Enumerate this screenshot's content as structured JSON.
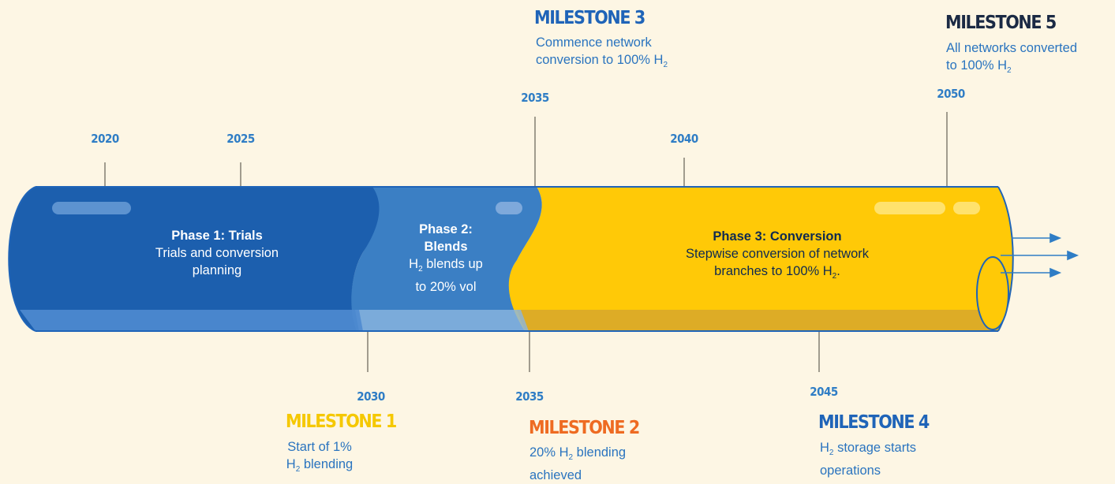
{
  "years": {
    "top": [
      "2020",
      "2025",
      "2035",
      "2040",
      "2050"
    ],
    "bottom": [
      "2030",
      "2035",
      "2045"
    ]
  },
  "phases": [
    {
      "title": "Phase 1: Trials",
      "line1": "Trials and conversion",
      "line2": "planning"
    },
    {
      "title_l1": "Phase 2:",
      "title_l2": "Blends",
      "line1_a": "H",
      "line1_sub": "2",
      "line1_b": " blends up",
      "line2": "to 20% vol"
    },
    {
      "title": "Phase 3: Conversion",
      "line1": "Stepwise conversion of network",
      "line2_a": "branches to 100% H",
      "line2_sub": "2",
      "line2_b": "."
    }
  ],
  "milestones": [
    {
      "title": "MILESTONE 1",
      "color": "#f5c800",
      "line1": "Start of 1%",
      "line2_a": "H",
      "line2_sub": "2",
      "line2_b": " blending"
    },
    {
      "title": "MILESTONE 2",
      "color": "#ee6b22",
      "line1_a": "20% H",
      "line1_sub": "2",
      "line1_b": " blending",
      "line2": "achieved"
    },
    {
      "title": "MILESTONE 3",
      "color": "#1f64b8",
      "line1": "Commence network",
      "line2_a": "conversion to 100% H",
      "line2_sub": "2"
    },
    {
      "title": "MILESTONE 4",
      "color": "#1f64b8",
      "line1_a": "H",
      "line1_sub": "2",
      "line1_b": " storage starts",
      "line2": "operations"
    },
    {
      "title": "MILESTONE 5",
      "color": "#1b2a44",
      "line1": "All networks converted",
      "line2_a": "to 100% H",
      "line2_sub": "2"
    }
  ],
  "colors": {
    "background": "#fdf6e4",
    "phase1": "#1c5fae",
    "phase2": "#3b7fc4",
    "phase3": "#ffc907",
    "year": "#2f7dc5",
    "text": "#2a74bf"
  }
}
